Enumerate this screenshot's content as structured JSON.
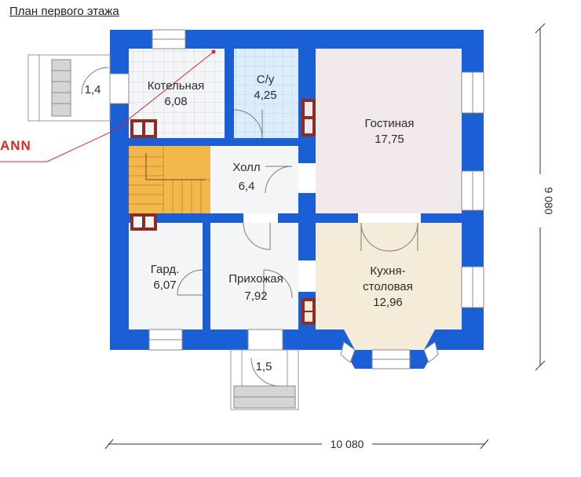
{
  "title": "План первого этажа",
  "brand_fragment": "ANN",
  "rooms": {
    "boiler": {
      "name": "Котельная",
      "area": "6,08"
    },
    "wc": {
      "name": "С/у",
      "area": "4,25"
    },
    "living": {
      "name": "Гостиная",
      "area": "17,75"
    },
    "hall": {
      "name": "Холл",
      "area": "6,4"
    },
    "wardrobe": {
      "name": "Гард.",
      "area": "6,07"
    },
    "entry": {
      "name": "Прихожая",
      "area": "7,92"
    },
    "kitchen": {
      "name_line1": "Кухня-",
      "name_line2": "столовая",
      "area": "12,96"
    }
  },
  "porches": {
    "side": {
      "area": "1,4"
    },
    "front": {
      "area": "1,5"
    }
  },
  "dimensions": {
    "width": "10 080",
    "height": "9 080"
  },
  "colors": {
    "wall": "#1a5fd6",
    "tile_bg": "#f3f5f7",
    "tile_line": "#cfd6dd",
    "wc_bg": "#dcecf8",
    "living_floor": "#f2e9ea",
    "kitchen_floor": "#f4ecd9",
    "stair": "#f2b84b",
    "brown": "#8b2d22",
    "red_line": "#e52424"
  }
}
